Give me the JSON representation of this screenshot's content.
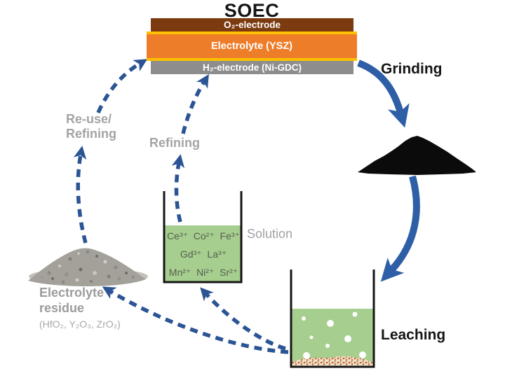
{
  "title": "SOEC",
  "stack": {
    "o2": "O₂-electrode",
    "electrolyte": "Electrolyte (YSZ)",
    "h2": "H₂-electrode (Ni-GDC)"
  },
  "process": {
    "grinding": "Grinding",
    "leaching": "Leaching"
  },
  "solution": {
    "label": "Solution",
    "ions_row1": "Ce³⁺  Co²⁺  Fe³⁺",
    "ions_row2": "Gd³⁺  La³⁺",
    "ions_row3": "Mn²⁺  Ni²⁺  Sr²⁺"
  },
  "recycle": {
    "reuse_line1": "Re-use/",
    "reuse_line2": "Refining",
    "refining": "Refining"
  },
  "residue": {
    "line1": "Electrolyte",
    "line2": "residue",
    "formula": "(HfO₂, Y₂O₃, ZrO₂)"
  },
  "colors": {
    "arrow_blue": "#2E5FA6",
    "dashed_blue": "#2B5494",
    "liquid_green": "#A6CE8E",
    "layer_brown": "#7B3A0F",
    "layer_orange": "#EE7D2A",
    "layer_yellow": "#FFC000",
    "layer_gray": "#8D8D8D",
    "label_gray": "#A2A2A2",
    "ion_text": "#565F52"
  }
}
